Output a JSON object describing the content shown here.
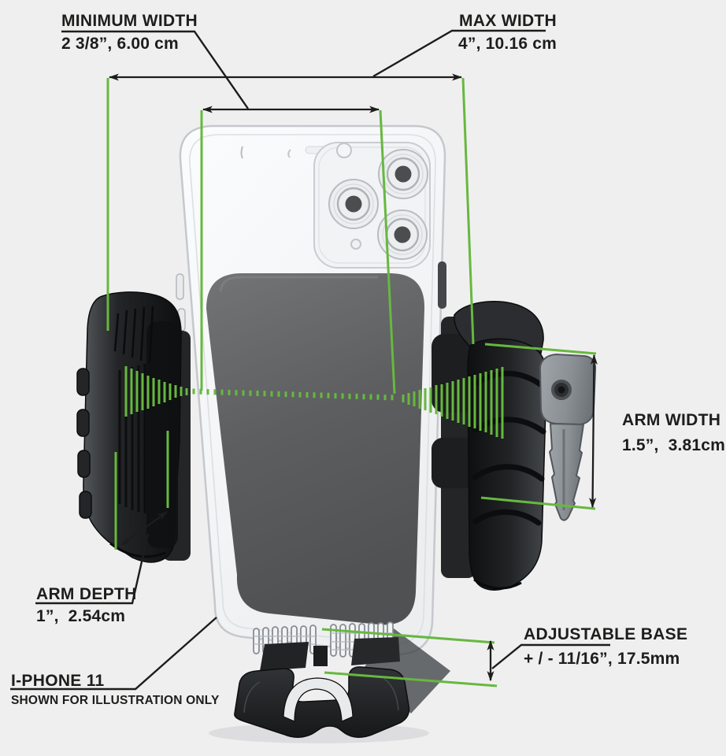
{
  "page": {
    "background": "#f0eff0",
    "description": "Phone holder dimension diagram with iPhone 11 shown in clear case"
  },
  "palette": {
    "accent_green": "#67b83f",
    "line_black": "#1d1d1b",
    "arm_dark": "#1d1f21",
    "clip_gray": "#8d9196"
  },
  "labels": {
    "min_width": {
      "title": "MINIMUM WIDTH",
      "value": "2 3/8”, 6.00 cm"
    },
    "max_width": {
      "title": "MAX WIDTH",
      "value": "4”, 10.16 cm"
    },
    "arm_width": {
      "title": "ARM WIDTH",
      "value": "1.5”,  3.81cm"
    },
    "arm_depth": {
      "title": "ARM DEPTH",
      "value": "1”,  2.54cm"
    },
    "adjustable_base": {
      "title": "ADJUSTABLE BASE",
      "value": "+ / - 11/16”, 17.5mm"
    },
    "iphone_note": {
      "title": "I-PHONE 11",
      "subtitle": "SHOWN FOR ILLUSTRATION ONLY"
    }
  }
}
